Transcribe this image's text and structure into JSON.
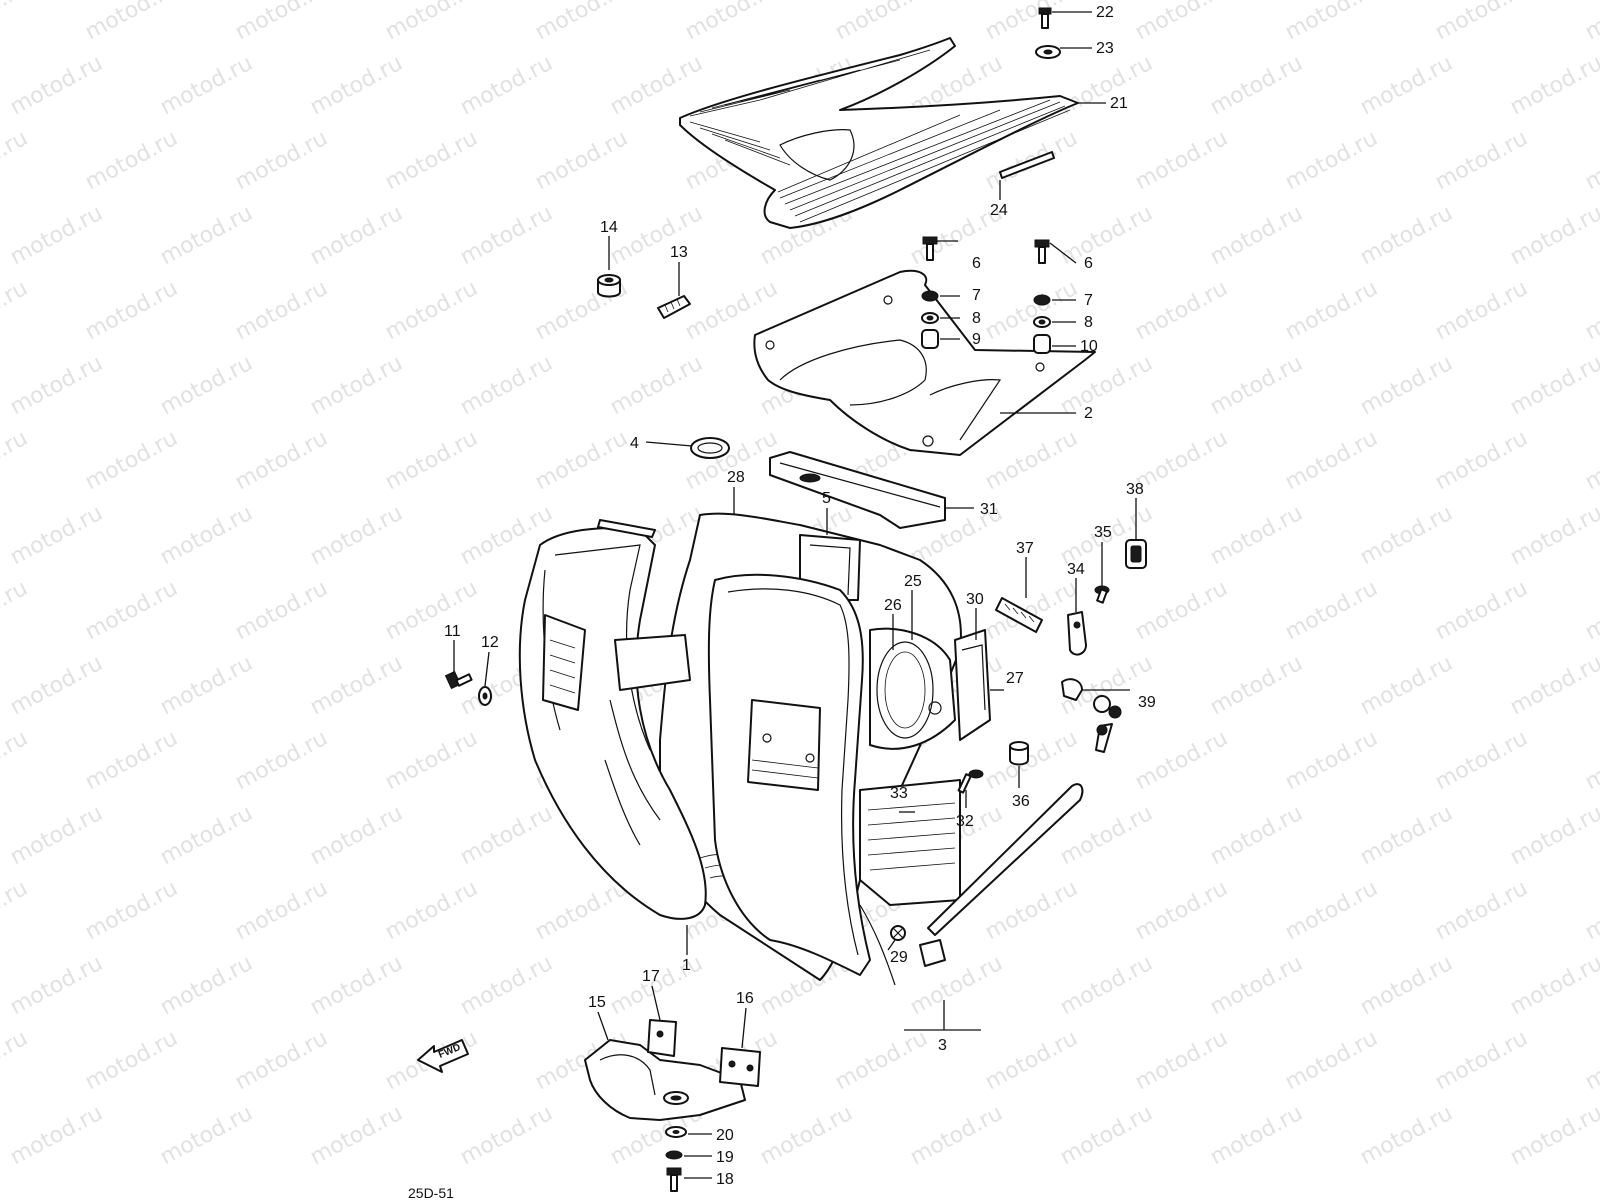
{
  "watermark": "motod.ru",
  "diagram_code": "25D-51",
  "fwd_label": "FWD",
  "callouts": [
    {
      "id": "c22",
      "label": "22"
    },
    {
      "id": "c23",
      "label": "23"
    },
    {
      "id": "c21",
      "label": "21"
    },
    {
      "id": "c24",
      "label": "24"
    },
    {
      "id": "c14",
      "label": "14"
    },
    {
      "id": "c13",
      "label": "13"
    },
    {
      "id": "c6a",
      "label": "6"
    },
    {
      "id": "c7a",
      "label": "7"
    },
    {
      "id": "c8a",
      "label": "8"
    },
    {
      "id": "c9",
      "label": "9"
    },
    {
      "id": "c6b",
      "label": "6"
    },
    {
      "id": "c7b",
      "label": "7"
    },
    {
      "id": "c8b",
      "label": "8"
    },
    {
      "id": "c10",
      "label": "10"
    },
    {
      "id": "c2",
      "label": "2"
    },
    {
      "id": "c4",
      "label": "4"
    },
    {
      "id": "c28",
      "label": "28"
    },
    {
      "id": "c5",
      "label": "5"
    },
    {
      "id": "c31",
      "label": "31"
    },
    {
      "id": "c38",
      "label": "38"
    },
    {
      "id": "c35",
      "label": "35"
    },
    {
      "id": "c37",
      "label": "37"
    },
    {
      "id": "c34",
      "label": "34"
    },
    {
      "id": "c25",
      "label": "25"
    },
    {
      "id": "c26",
      "label": "26"
    },
    {
      "id": "c30",
      "label": "30"
    },
    {
      "id": "c27",
      "label": "27"
    },
    {
      "id": "c39",
      "label": "39"
    },
    {
      "id": "c11",
      "label": "11"
    },
    {
      "id": "c12",
      "label": "12"
    },
    {
      "id": "c33",
      "label": "33"
    },
    {
      "id": "c32",
      "label": "32"
    },
    {
      "id": "c36",
      "label": "36"
    },
    {
      "id": "c29",
      "label": "29"
    },
    {
      "id": "c1",
      "label": "1"
    },
    {
      "id": "c3",
      "label": "3"
    },
    {
      "id": "c17",
      "label": "17"
    },
    {
      "id": "c16",
      "label": "16"
    },
    {
      "id": "c15",
      "label": "15"
    },
    {
      "id": "c20",
      "label": "20"
    },
    {
      "id": "c19",
      "label": "19"
    },
    {
      "id": "c18",
      "label": "18"
    }
  ]
}
